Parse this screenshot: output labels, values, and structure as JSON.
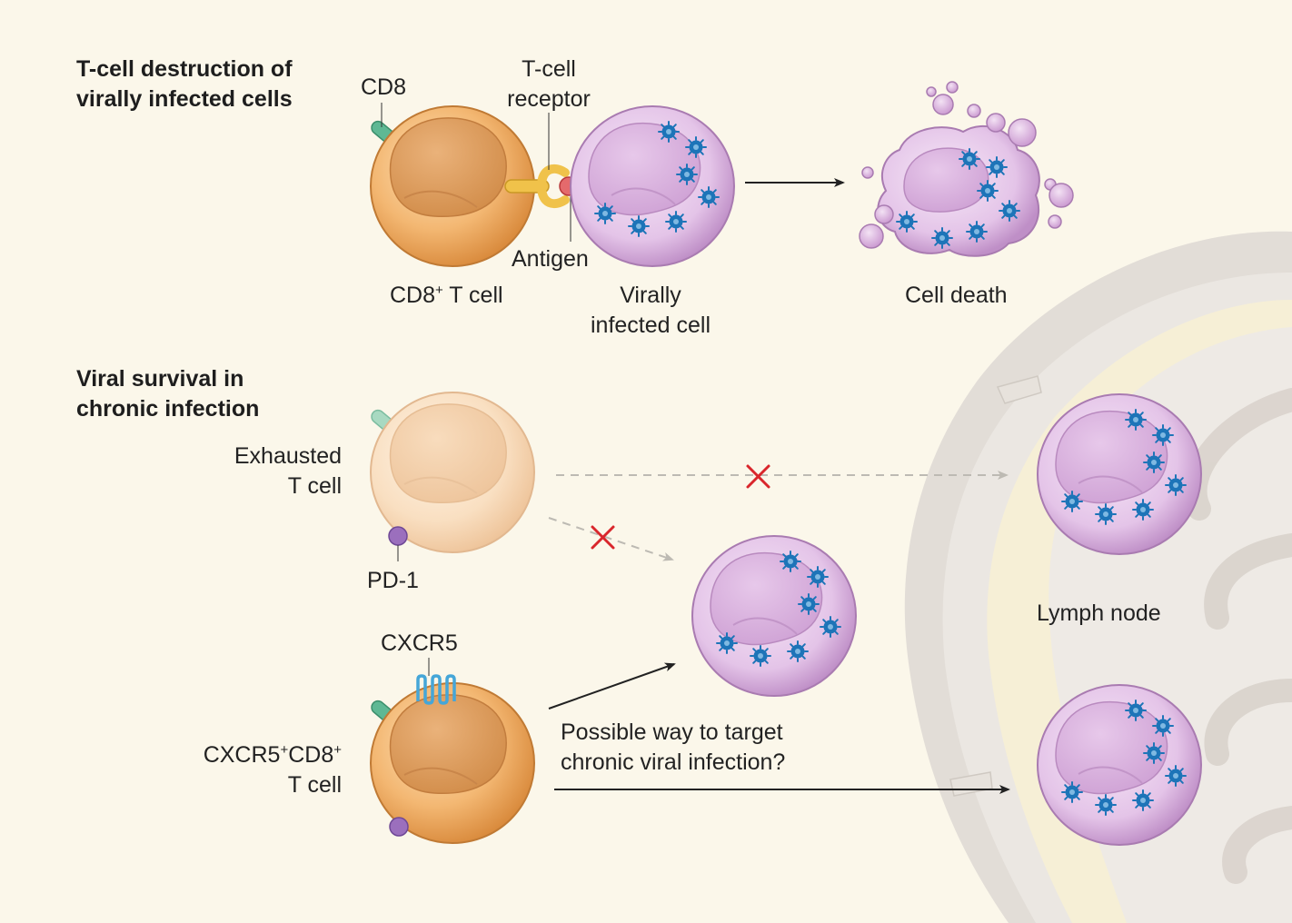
{
  "section_top": {
    "heading_line1": "T-cell destruction of",
    "heading_line2": "virally infected cells",
    "cd8_label": "CD8",
    "tcr_label_line1": "T-cell",
    "tcr_label_line2": "receptor",
    "antigen_label": "Antigen",
    "cd8_tcell_label": "CD8",
    "cd8_tcell_sup": "+",
    "cd8_tcell_suffix": " T cell",
    "infected_label_line1": "Virally",
    "infected_label_line2": "infected cell",
    "cell_death_label": "Cell death"
  },
  "section_bottom": {
    "heading_line1": "Viral survival in",
    "heading_line2": "chronic infection",
    "exhausted_line1": "Exhausted",
    "exhausted_line2": "T cell",
    "pd1_label": "PD-1",
    "cxcr5_label": "CXCR5",
    "cxcr5_tcell_a": "CXCR5",
    "cxcr5_tcell_sup1": "+",
    "cxcr5_tcell_b": "CD8",
    "cxcr5_tcell_sup2": "+",
    "cxcr5_tcell_line2": "T cell",
    "question_line1": "Possible way to target",
    "question_line2": "chronic viral infection?",
    "lymph_node_label": "Lymph node"
  },
  "colors": {
    "background": "#fbf7ea",
    "tcell": "#f2b46e",
    "exhausted_tcell": "#f7dcbd",
    "infected_cell": "#e6c8ea",
    "virus": "#1d74b8",
    "blocked_x": "#d9262c",
    "cd8_receptor": "#5fb894",
    "pd1": "#9b6fbd",
    "cxcr5": "#45a6d8",
    "antigen": "#e46a6c",
    "tcr": "#f0c24a",
    "lymph_node": "#e7e2dd"
  }
}
